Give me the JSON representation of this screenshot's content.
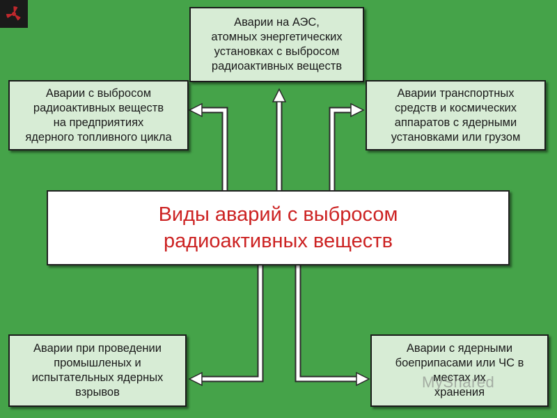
{
  "colors": {
    "background": "#45a349",
    "box_fill": "#d7ecd5",
    "center_fill": "#ffffff",
    "center_text": "#cc2222",
    "arrow": "#ffffff",
    "arrow_outline": "#2a2a2a"
  },
  "logo": {
    "icon": "radiation-icon"
  },
  "center": {
    "text": "Виды аварий с выбросом\nрадиоактивных веществ"
  },
  "boxes": {
    "top": "Аварии на АЭС,\nатомных энергетических\nустановках с выбросом\nрадиоактивных веществ",
    "top_left": "Аварии с выбросом\nрадиоактивных веществ\nна предприятиях\nядерного топливного цикла",
    "top_right": "Аварии транспортных\nсредств и космических\nаппаратов с ядерными\nустановками или грузом",
    "bottom_left": "Аварии при проведении\nпромышленых и\nиспытательных ядерных\nвзрывов",
    "bottom_right": "Аварии с ядерными\nбоеприпасами или ЧС в\nместах их\nхранения"
  },
  "watermark": "MyShared"
}
